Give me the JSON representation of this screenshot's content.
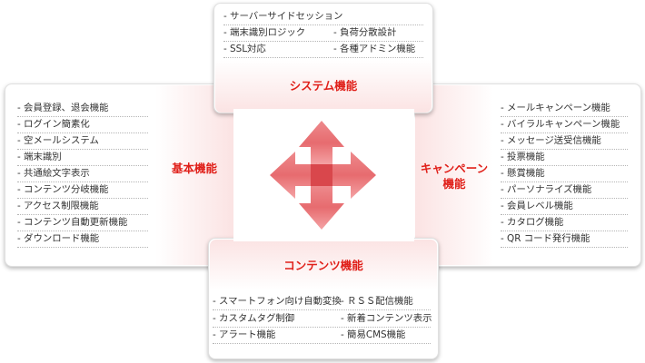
{
  "system": {
    "title": "システム機能",
    "items": [
      "- サーバーサイドセッション",
      "- 端末識別ロジック",
      "- 負荷分散設計",
      "- SSL対応",
      "- 各種アドミン機能"
    ]
  },
  "basic": {
    "title": "基本機能",
    "items": [
      "- 会員登録、退会機能",
      "- ログイン簡素化",
      "- 空メールシステム",
      "- 端末識別",
      "- 共通絵文字表示",
      "- コンテンツ分岐機能",
      "- アクセス制限機能",
      "- コンテンツ自動更新機能",
      "- ダウンロード機能"
    ]
  },
  "campaign": {
    "title_line1": "キャンペーン",
    "title_line2": "機能",
    "items": [
      "- メールキャンペーン機能",
      "- バイラルキャンペーン機能",
      "- メッセージ送受信機能",
      "- 投票機能",
      "- 懸賞機能",
      "- パーソナライズ機能",
      "- 会員レベル機能",
      "- カタログ機能",
      "- QR コード発行機能"
    ]
  },
  "contents": {
    "title": "コンテンツ機能",
    "items": [
      "- スマートフォン向け自動変換",
      "- ＲＳＳ配信機能",
      "- カスタムタグ制御",
      "- 新着コンテンツ表示",
      "- アラート機能",
      "- 簡易CMS機能"
    ]
  },
  "colors": {
    "accent": "#e0201a",
    "arrow": "#e45b5f"
  },
  "icon": "four-way-arrow-icon"
}
